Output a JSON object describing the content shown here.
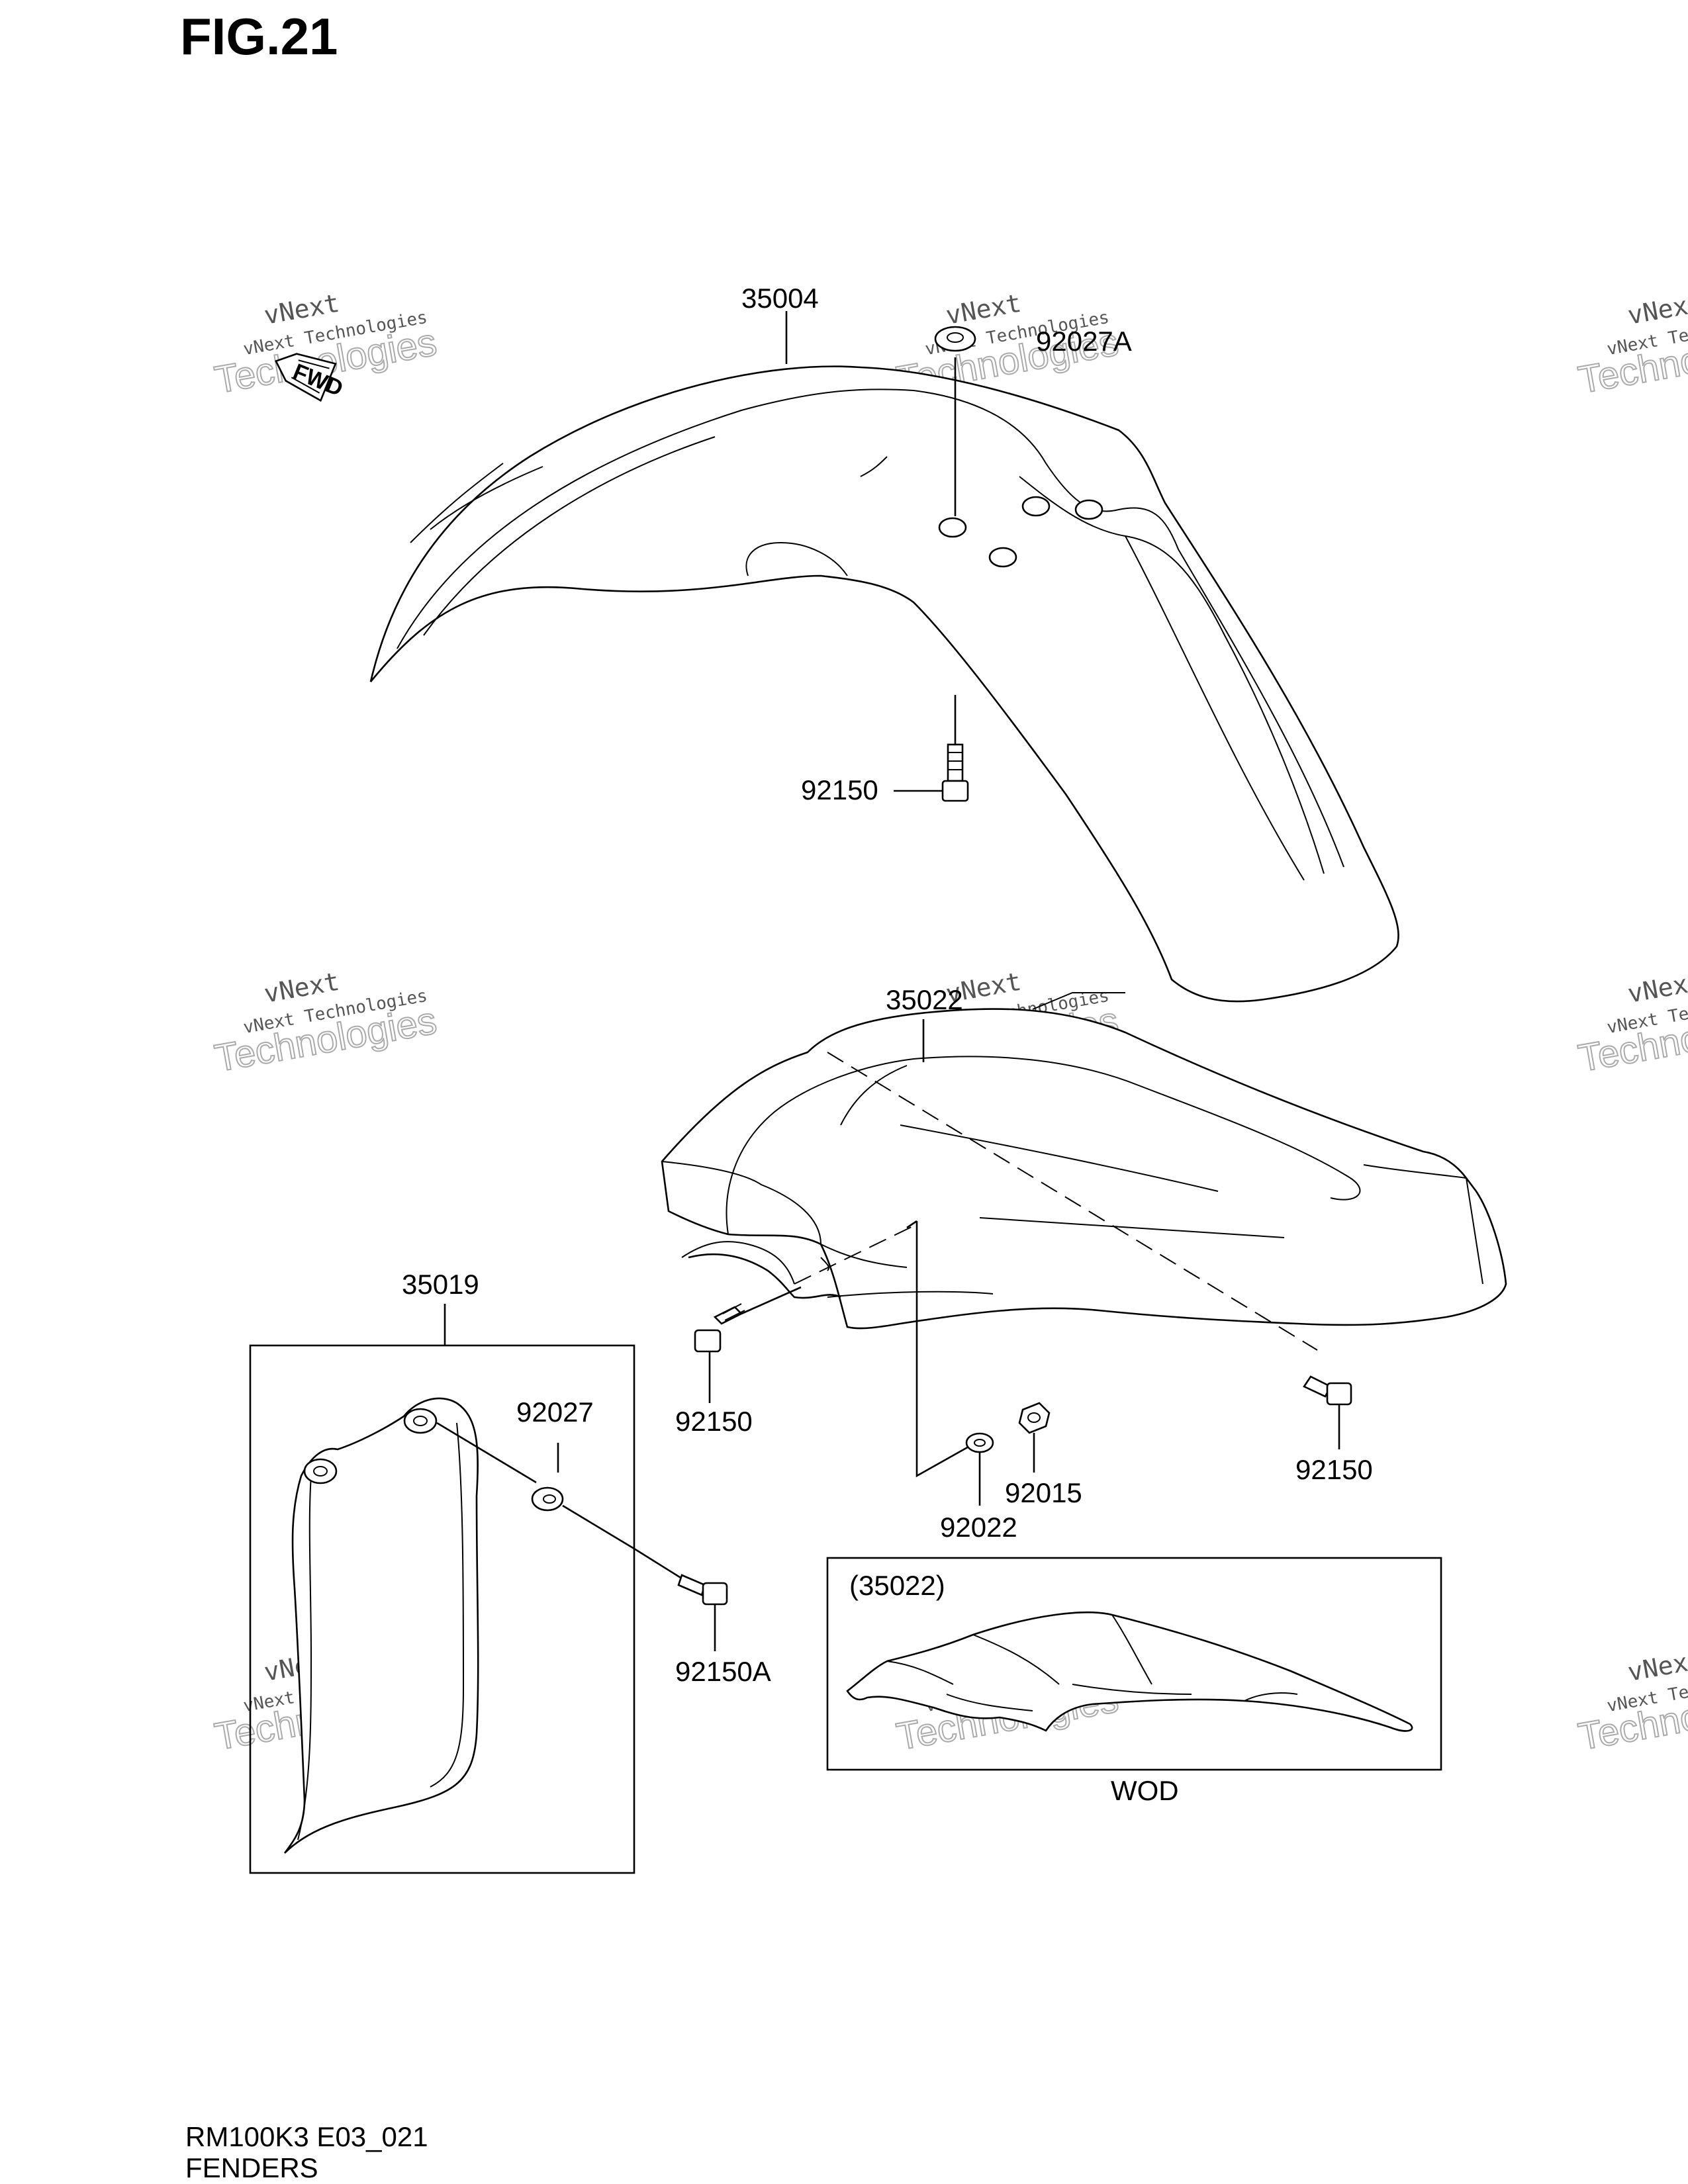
{
  "figure_title": "FIG.21",
  "fwd_arrow_text": "FWD",
  "watermark": {
    "top": "vNext",
    "line": "vNext Technologies",
    "big": "Technologies"
  },
  "part_labels": {
    "p35004": "35004",
    "p92027A": "92027A",
    "p92150_front": "92150",
    "p35022": "35022",
    "p92150_left": "92150",
    "p92150_right": "92150",
    "p92022": "92022",
    "p92015": "92015",
    "p35019": "35019",
    "p92027": "92027",
    "p92150A": "92150A",
    "p35022_variant": "(35022)",
    "wod_caption": "WOD"
  },
  "footer": {
    "model_code": "RM100K3 E03_021",
    "section_name": "FENDERS"
  }
}
